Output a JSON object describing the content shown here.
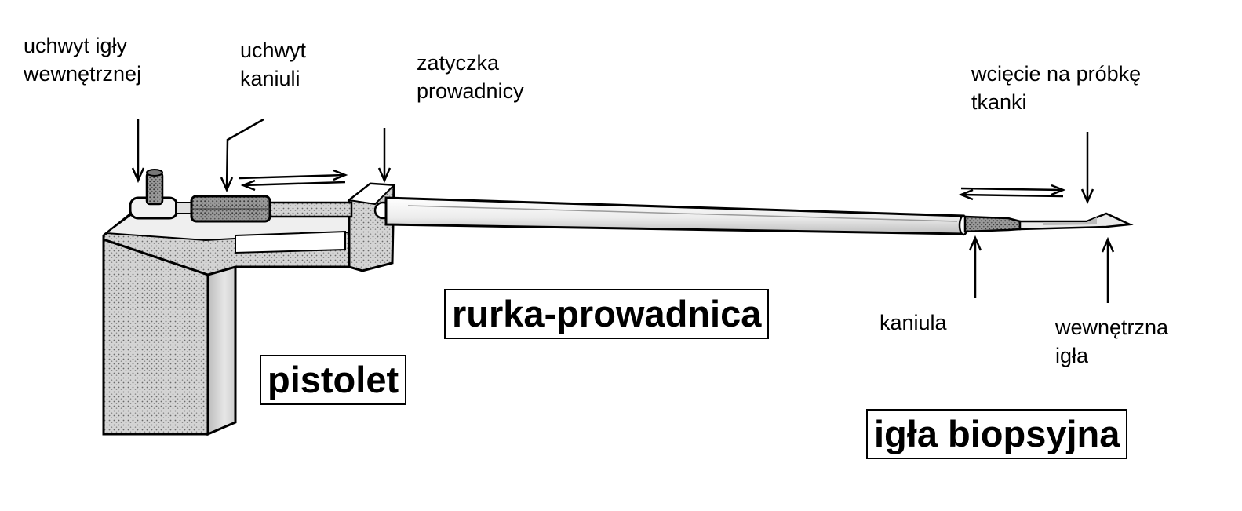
{
  "labels": {
    "inner_needle_holder": [
      "uchwyt igły",
      "wewnętrznej"
    ],
    "cannula_holder": [
      "uchwyt",
      "kaniuli"
    ],
    "guide_plug": [
      "zatyczka",
      "prowadnicy"
    ],
    "tissue_notch": [
      "wcięcie na próbkę",
      "tkanki"
    ],
    "cannula": "kaniula",
    "inner_needle": [
      "wewnętrzna",
      "igła"
    ]
  },
  "boxes": {
    "guide_tube": "rurka-prowadnica",
    "gun": "pistolet",
    "biopsy_needle": "igła biopsyjna"
  }
}
